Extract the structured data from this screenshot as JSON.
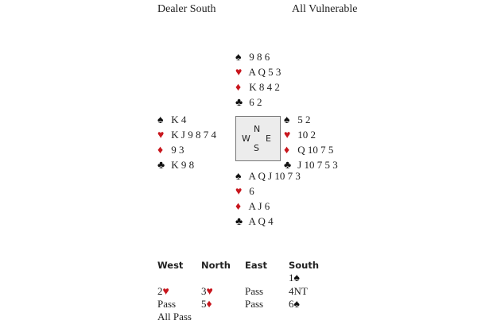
{
  "header": {
    "dealer": "Dealer South",
    "vulnerability": "All Vulnerable"
  },
  "suits": {
    "spades": "♠",
    "hearts": "♥",
    "diamonds": "♦",
    "clubs": "♣"
  },
  "colors": {
    "red": "#c8161d",
    "black": "#111111"
  },
  "hands": {
    "north": {
      "spades": "9 8 6",
      "hearts": "A Q 5 3",
      "diamonds": "K 8 4 2",
      "clubs": "6 2"
    },
    "west": {
      "spades": "K 4",
      "hearts": "K J 9 8 7 4",
      "diamonds": "9 3",
      "clubs": "K 9 8"
    },
    "east": {
      "spades": "5 2",
      "hearts": "10 2",
      "diamonds": "Q 10 7 5",
      "clubs": "J 10 7 5 3"
    },
    "south": {
      "spades": "A Q J 10 7 3",
      "hearts": "6",
      "diamonds": "A J 6",
      "clubs": "A Q 4"
    }
  },
  "compass": {
    "n": "N",
    "s": "S",
    "e": "E",
    "w": "W"
  },
  "auction": {
    "headers": [
      "West",
      "North",
      "East",
      "South"
    ],
    "calls": [
      {
        "level": "1",
        "suit": "♠",
        "red": false,
        "col": 3,
        "row": 0
      },
      {
        "level": "2",
        "suit": "♥",
        "red": true,
        "col": 0,
        "row": 1
      },
      {
        "level": "3",
        "suit": "♥",
        "red": true,
        "col": 1,
        "row": 1
      },
      {
        "level": "Pass",
        "suit": "",
        "red": false,
        "col": 2,
        "row": 1
      },
      {
        "level": "4NT",
        "suit": "",
        "red": false,
        "col": 3,
        "row": 1
      },
      {
        "level": "Pass",
        "suit": "",
        "red": false,
        "col": 0,
        "row": 2
      },
      {
        "level": "5",
        "suit": "♦",
        "red": true,
        "col": 1,
        "row": 2
      },
      {
        "level": "Pass",
        "suit": "",
        "red": false,
        "col": 2,
        "row": 2
      },
      {
        "level": "6",
        "suit": "♠",
        "red": false,
        "col": 3,
        "row": 2
      },
      {
        "level": "All Pass",
        "suit": "",
        "red": false,
        "col": 0,
        "row": 3
      }
    ]
  }
}
